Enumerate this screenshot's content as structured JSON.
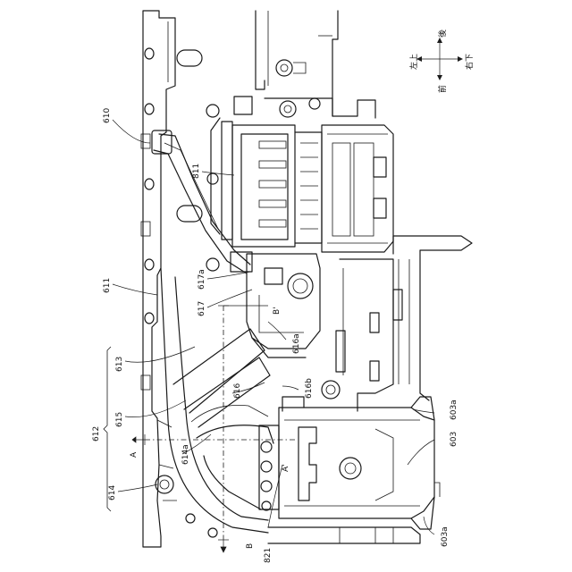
{
  "orientation": {
    "top_left": "左上",
    "front": "前",
    "back": "後",
    "bottom_right": "右下"
  },
  "labels": {
    "l610": "610",
    "l611": "611",
    "l612": "612",
    "l613": "613",
    "l614": "614",
    "l614a": "614a",
    "l615": "615",
    "l616": "616",
    "l616a": "616a",
    "l616b": "616b",
    "l617": "617",
    "l617a": "617a",
    "l603": "603",
    "l603a_top": "603a",
    "l603a_bottom": "603a",
    "l811": "811",
    "l821": "821"
  },
  "section_marks": {
    "a_left": "A",
    "a_prime": "A'",
    "b_bottom": "B",
    "b_prime": "B'"
  }
}
